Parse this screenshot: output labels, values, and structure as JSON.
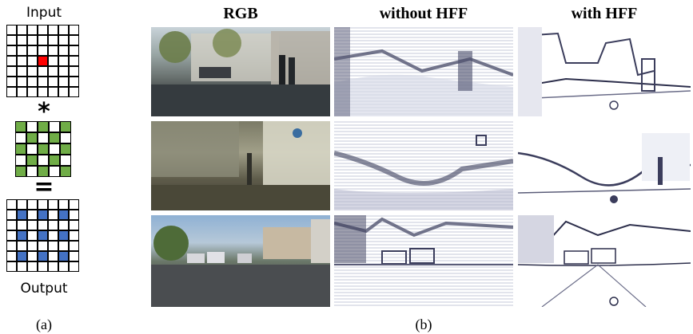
{
  "panel_a": {
    "input_label": "Input",
    "conv_operator": "*",
    "equals_operator": "=",
    "output_label": "Output",
    "caption": "(a)",
    "colors": {
      "input_active": "#ff0000",
      "kernel_active": "#70ad47",
      "output_active": "#4472c4",
      "grid_line": "#000000"
    },
    "input_grid": {
      "size": 7,
      "active": [
        [
          3,
          3
        ]
      ]
    },
    "kernel_grid": {
      "size": 5,
      "active": [
        [
          0,
          0
        ],
        [
          0,
          2
        ],
        [
          0,
          4
        ],
        [
          2,
          0
        ],
        [
          2,
          2
        ],
        [
          2,
          4
        ],
        [
          4,
          0
        ],
        [
          4,
          2
        ],
        [
          4,
          4
        ],
        [
          1,
          1
        ],
        [
          1,
          3
        ],
        [
          3,
          1
        ],
        [
          3,
          3
        ]
      ]
    },
    "output_grid": {
      "size": 7,
      "active": [
        [
          1,
          1
        ],
        [
          1,
          3
        ],
        [
          1,
          5
        ],
        [
          3,
          1
        ],
        [
          3,
          3
        ],
        [
          3,
          5
        ],
        [
          5,
          1
        ],
        [
          5,
          3
        ],
        [
          5,
          5
        ]
      ]
    }
  },
  "panel_b": {
    "columns": [
      "RGB",
      "without HFF",
      "with HFF"
    ],
    "caption": "(b)"
  }
}
